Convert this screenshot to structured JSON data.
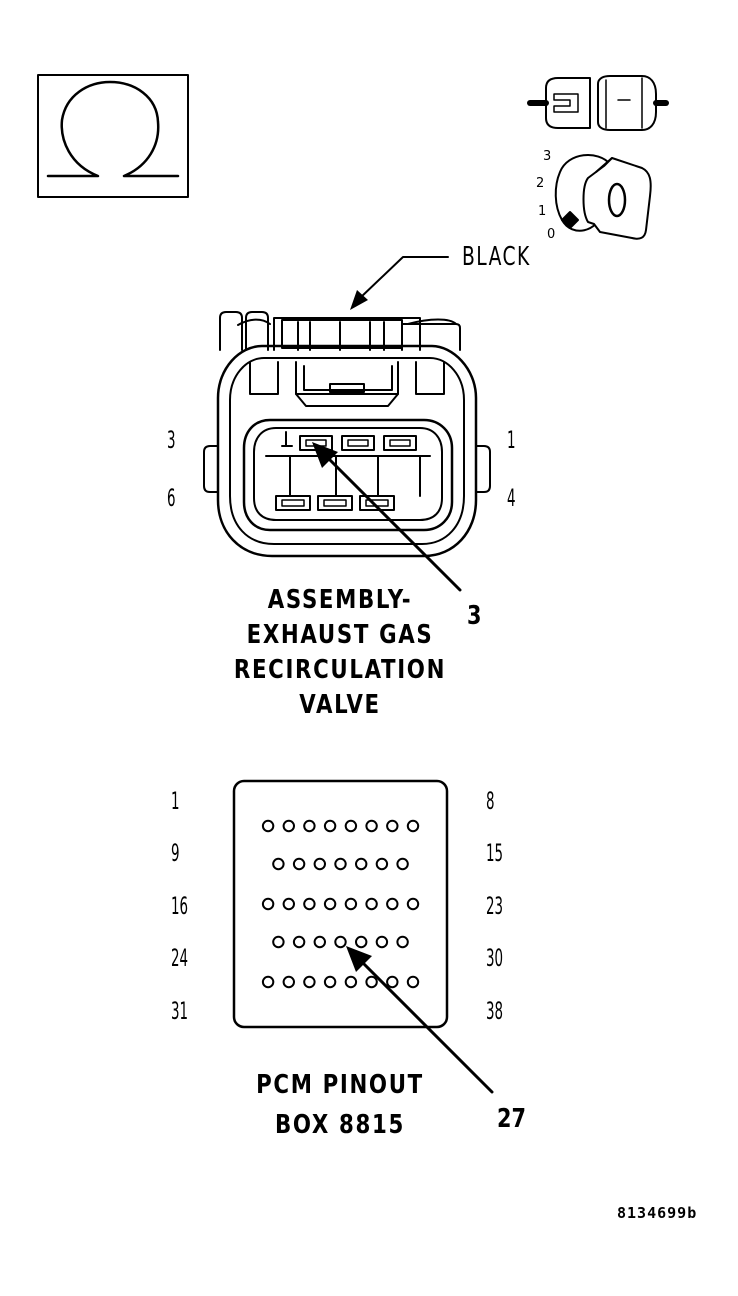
{
  "key_switch": {
    "positions": [
      "3",
      "2",
      "1",
      "0"
    ],
    "key_label": "O"
  },
  "egr_connector": {
    "color_label": "BLACK",
    "pin_labels": {
      "top_left": "3",
      "top_right": "1",
      "bottom_left": "6",
      "bottom_right": "4"
    },
    "callout": "3",
    "title_lines": [
      "ASSEMBLY-",
      "EXHAUST GAS",
      "RECIRCULATION",
      "VALVE"
    ]
  },
  "pcm_pinout": {
    "left_labels": [
      "1",
      "9",
      "16",
      "24",
      "31"
    ],
    "right_labels": [
      "8",
      "15",
      "23",
      "30",
      "38"
    ],
    "row_pin_counts": [
      8,
      7,
      8,
      7,
      8
    ],
    "callout": "27",
    "title_lines": [
      "PCM PINOUT",
      "BOX 8815"
    ]
  },
  "figure_id": "8134699b"
}
